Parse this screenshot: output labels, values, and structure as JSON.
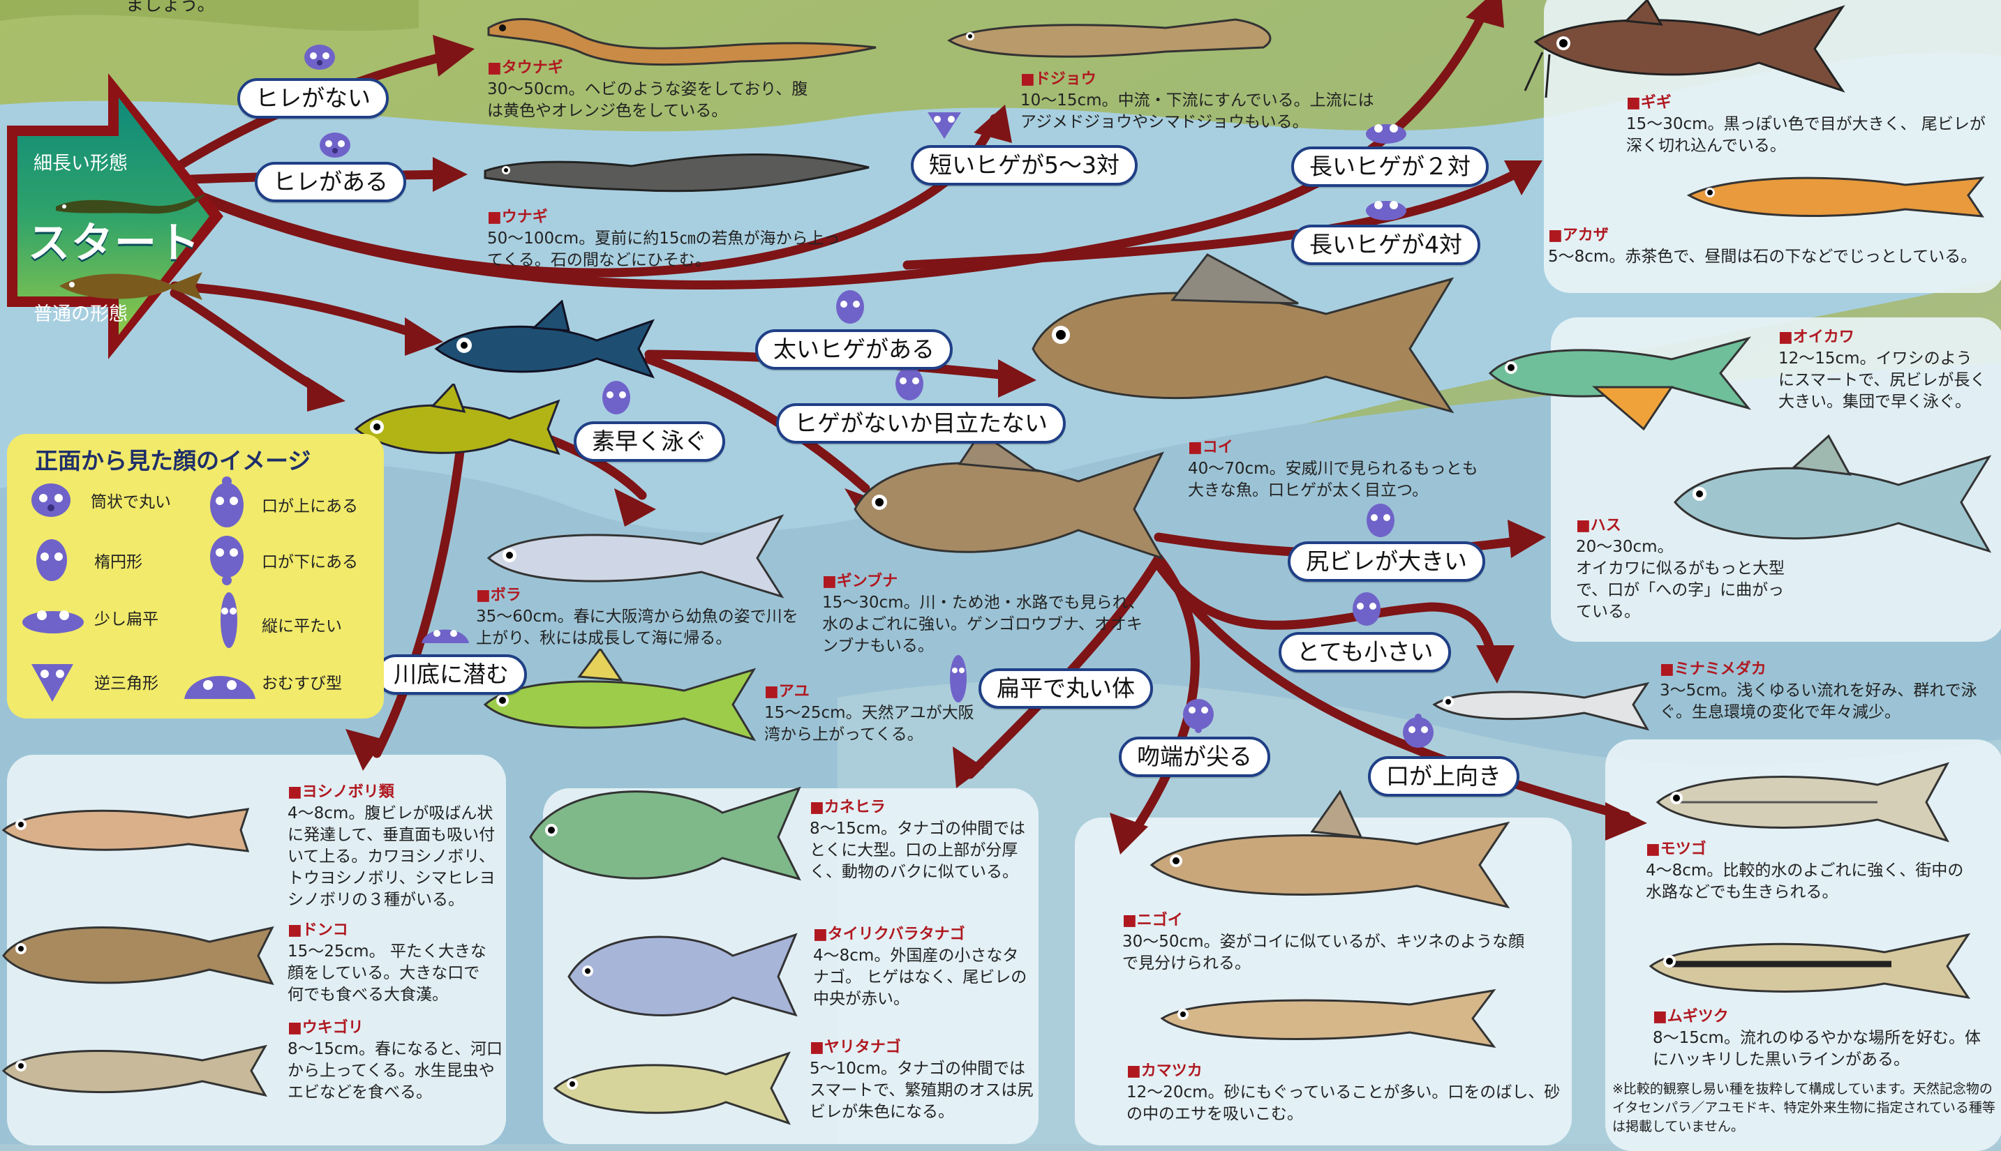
{
  "top_note": "ましょう。",
  "start": {
    "title": "スタート",
    "top_label": "細長い形態",
    "bottom_label": "普通の形態"
  },
  "labels": {
    "no_fin": "ヒレがない",
    "has_fin": "ヒレがある",
    "short_barbel": "短いヒゲが5〜3対",
    "long_barbel_2": "長いヒゲが２対",
    "long_barbel_4": "長いヒゲが4対",
    "thick_barbel": "太いヒゲがある",
    "no_barbel": "ヒゲがないか目立たない",
    "swim_fast": "素早く泳ぐ",
    "bottom_dweller": "川底に潜む",
    "flat_round": "扁平で丸い体",
    "pointed_snout": "吻端が尖る",
    "big_anal_fin": "尻ビレが大きい",
    "very_small": "とても小さい",
    "upturned_mouth": "口が上向き"
  },
  "species": {
    "tounagi": {
      "name": "■タウナギ",
      "text": "30〜50cm。ヘビのような姿をしており、腹\nは黄色やオレンジ色をしている。"
    },
    "dojou": {
      "name": "■ドジョウ",
      "text": "10〜15cm。中流・下流にすんでいる。上流には\nアジメドジョウやシマドジョウもいる。"
    },
    "gigi": {
      "name": "■ギギ",
      "text": "15〜30cm。黒っぽい色で目が大きく、 尾ビレが\n深く切れ込んでいる。"
    },
    "akaza": {
      "name": "■アカザ",
      "text": "5〜8cm。赤茶色で、昼間は石の下などでじっとしている。"
    },
    "unagi": {
      "name": "■ウナギ",
      "text": "50〜100cm。夏前に約15㎝の若魚が海から上っ\nてくる。石の間などにひそむ。"
    },
    "koi": {
      "name": "■コイ",
      "text": "40〜70cm。安威川で見られるもっとも\n大きな魚。口ヒゲが太く目立つ。"
    },
    "oikawa": {
      "name": "■オイカワ",
      "text": "12〜15cm。イワシのよう\nにスマートで、尻ビレが長く\n大きい。集団で早く泳ぐ。"
    },
    "hasu": {
      "name": "■ハス",
      "text": "20〜30cm。\nオイカワに似るがもっと大型\nで、口が「への字」に曲がっ\nている。"
    },
    "bora": {
      "name": "■ボラ",
      "text": "35〜60cm。春に大阪湾から幼魚の姿で川を\n上がり、秋には成長して海に帰る。"
    },
    "ginbuna": {
      "name": "■ギンブナ",
      "text": "15〜30cm。川・ため池・水路でも見られ、\n水のよごれに強い。ゲンゴロウブナ、オオキ\nンブナもいる。"
    },
    "ayu": {
      "name": "■アユ",
      "text": "15〜25cm。天然アユが大阪\n湾から上がってくる。"
    },
    "minamimedaka": {
      "name": "■ミナミメダカ",
      "text": "3〜5cm。浅くゆるい流れを好み、群れで泳\nぐ。生息環境の変化で年々減少。"
    },
    "yoshinobori": {
      "name": "■ヨシノボリ類",
      "text": "4〜8cm。腹ビレが吸ばん状\nに発達して、垂直面も吸い付\nいて上る。カワヨシノボリ、\nトウヨシノボリ、シマヒレヨ\nシノボリの３種がいる。"
    },
    "donko": {
      "name": "■ドンコ",
      "text": "15〜25cm。 平たく大きな\n顔をしている。大きな口で\n何でも食べる大食漢。"
    },
    "ukigori": {
      "name": "■ウキゴリ",
      "text": "8〜15cm。春になると、河口\nから上ってくる。水生昆虫や\nエビなどを食べる。"
    },
    "kanehira": {
      "name": "■カネヒラ",
      "text": "8〜15cm。タナゴの仲間では\nとくに大型。口の上部が分厚\nく、動物のバクに似ている。"
    },
    "tairiku": {
      "name": "■タイリクバラタナゴ",
      "text": "4〜8cm。外国産の小さなタ\nナゴ。 ヒゲはなく、尾ビレの\n中央が赤い。"
    },
    "yaritanago": {
      "name": "■ヤリタナゴ",
      "text": "5〜10cm。タナゴの仲間では\nスマートで、繁殖期のオスは尻\nビレが朱色になる。"
    },
    "nigoi": {
      "name": "■ニゴイ",
      "text": "30〜50cm。姿がコイに似ているが、キツネのような顔\nで見分けられる。"
    },
    "kamatsuka": {
      "name": "■カマツカ",
      "text": "12〜20cm。砂にもぐっていることが多い。口をのばし、砂\nの中のエサを吸いこむ。"
    },
    "motsugo": {
      "name": "■モツゴ",
      "text": "4〜8cm。比較的水のよごれに強く、街中の\n水路などでも生きられる。"
    },
    "mugitsuku": {
      "name": "■ムギツク",
      "text": "8〜15cm。流れのゆるやかな場所を好む。体\nにハッキリした黒いラインがある。"
    }
  },
  "legend": {
    "title": "正面から見た顔のイメージ",
    "items": [
      "筒状で丸い",
      "口が上にある",
      "楕円形",
      "口が下にある",
      "少し扁平",
      "縦に平たい",
      "逆三角形",
      "おむすび型"
    ]
  },
  "footnote": "※比較的観察し易い種を抜粋して構成しています。天然記念物のイタセンパラ／アユモドキ、特定外来生物に指定されている種等は掲載していません。",
  "colors": {
    "arrow": "#7e1416",
    "label_border": "#1f3f86",
    "face_icon": "#6f63c9",
    "species_name": "#b01820",
    "start_fill": "#1f8f6a"
  }
}
